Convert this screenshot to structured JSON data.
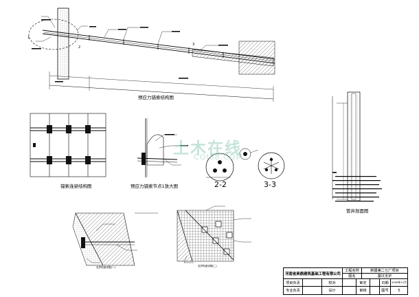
{
  "captions": {
    "anchor_structure": "预应力锚索结构图",
    "anchor_joint": "锚索连梁结构图",
    "anchor_node": "预应力锚索节点1放大图",
    "section_22": "2-2",
    "section_33": "3-3",
    "pipe_section": "管井剖面图",
    "retaining_1": "支护构造详图(一)",
    "retaining_2": "支护构造详图(二)"
  },
  "callouts": {
    "one": "1",
    "two": "2",
    "three": "3"
  },
  "watermark": {
    "main": "土木在线",
    "sub": "COI88.COM"
  },
  "title_block": {
    "company": "河南省昊鼎建筑基础工程有限公司",
    "project_label": "工程名称",
    "project_value": "新疆第二七厂项目",
    "drawing_name_label": "图名",
    "drawing_name_value": "基坑支护",
    "project_lead": "项目负责",
    "check": "校对",
    "review": "审定",
    "date_label": "日期",
    "date_value": "2008年12月",
    "discipline_lead": "专业负责",
    "design": "设计",
    "audit": "审核",
    "sheet_label": "图号",
    "sheet_value": "5"
  },
  "colors": {
    "line": "#000000",
    "hatch": "#555555",
    "watermark": "#96cdb9"
  }
}
